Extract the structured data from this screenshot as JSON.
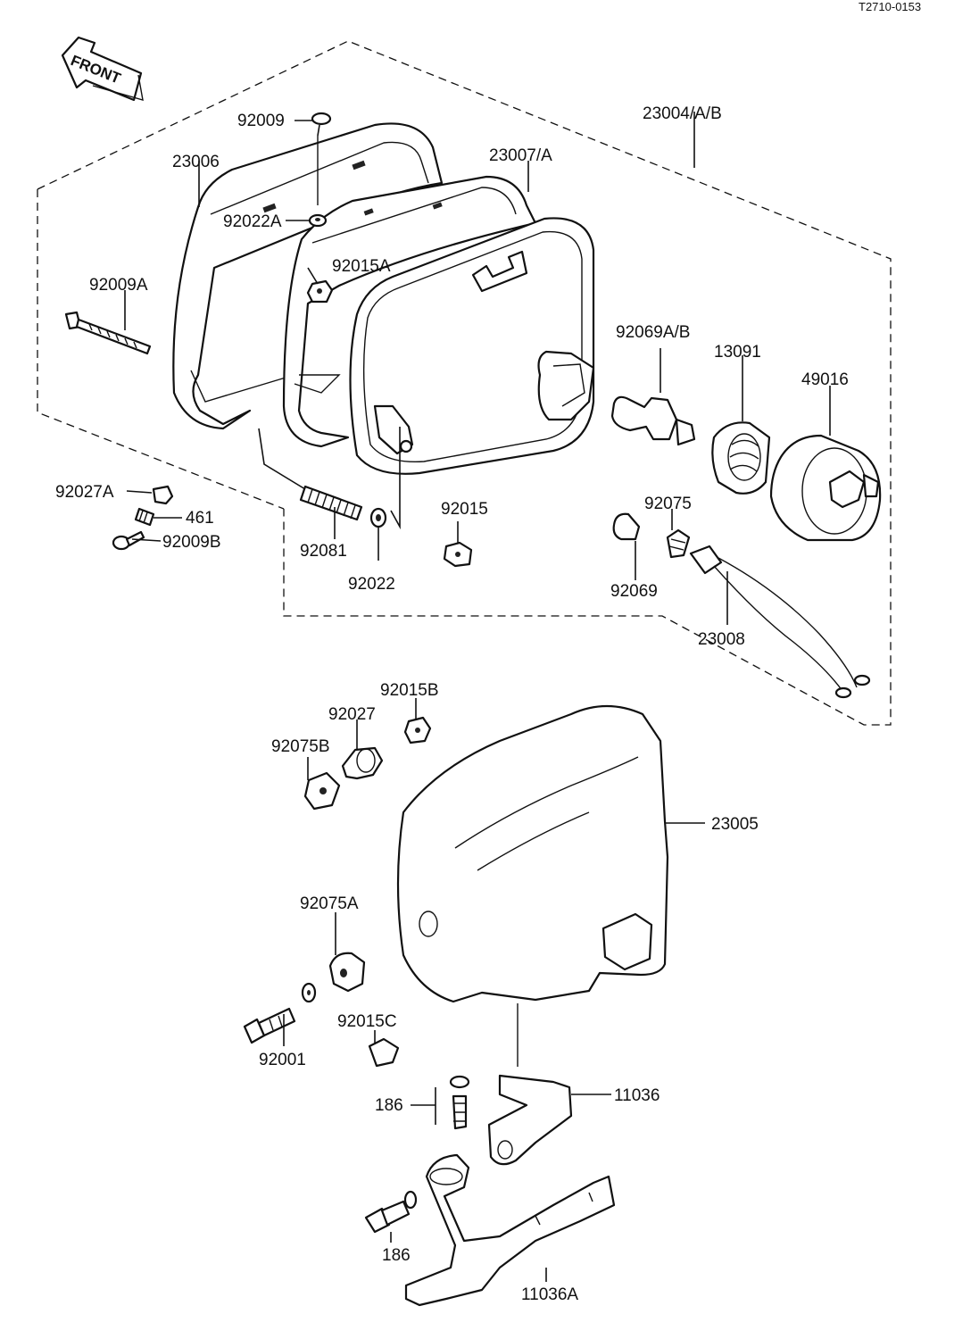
{
  "diagram_code": "T2710-0153",
  "front_label": "FRONT",
  "parts": {
    "p23004": "23004/A/B",
    "p23006": "23006",
    "p92009": "92009",
    "p23007": "23007/A",
    "p92022A": "92022A",
    "p92015A": "92015A",
    "p92009A": "92009A",
    "p92069AB": "92069A/B",
    "p13091": "13091",
    "p49016": "49016",
    "p92027A": "92027A",
    "p461": "461",
    "p92009B": "92009B",
    "p92015": "92015",
    "p92081": "92081",
    "p92022": "92022",
    "p92075": "92075",
    "p92069": "92069",
    "p23008": "23008",
    "p92015B": "92015B",
    "p92027": "92027",
    "p92075B": "92075B",
    "p23005": "23005",
    "p92075A": "92075A",
    "p92015C": "92015C",
    "p92001": "92001",
    "p186a": "186",
    "p11036": "11036",
    "p186b": "186",
    "p11036A": "11036A"
  }
}
